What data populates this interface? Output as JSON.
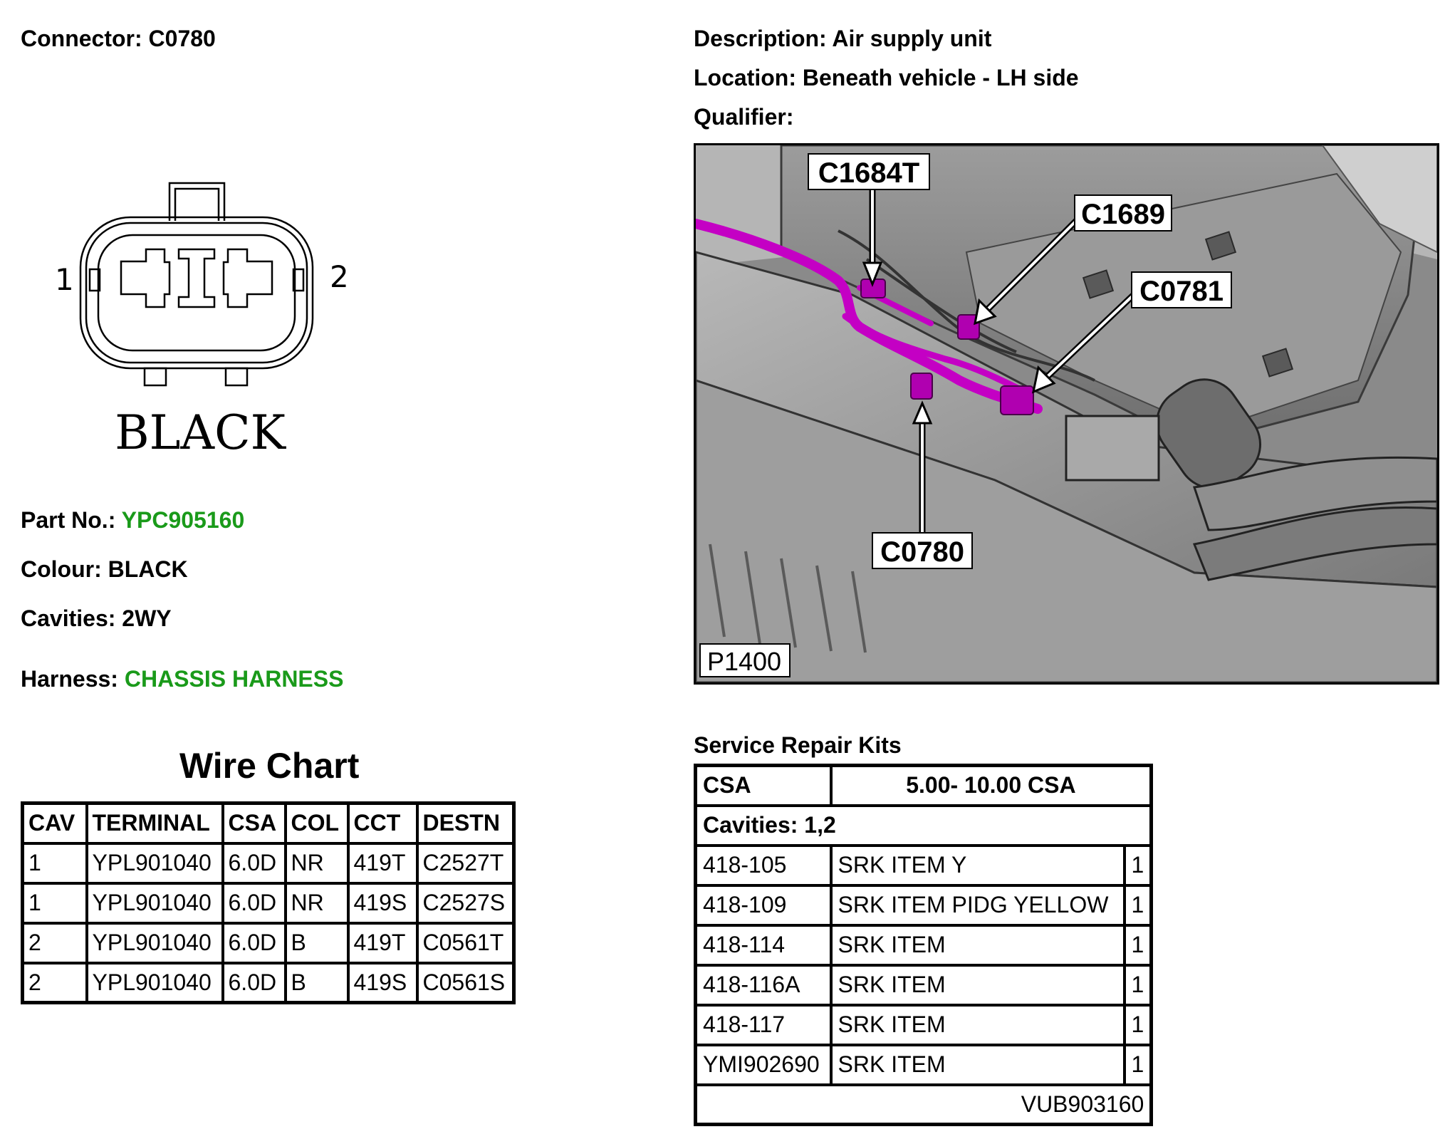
{
  "connector": {
    "label": "Connector:",
    "value": "C0780"
  },
  "description": {
    "label": "Description:",
    "value": "Air supply unit"
  },
  "location": {
    "label": "Location:",
    "value": "Beneath vehicle - LH side"
  },
  "qualifier": {
    "label": "Qualifier:",
    "value": ""
  },
  "diagram": {
    "pin_left": "1",
    "pin_right": "2",
    "colour_text": "BLACK"
  },
  "part_no": {
    "label": "Part No.:",
    "value": "YPC905160",
    "color": "#1a9a1a"
  },
  "colour": {
    "label": "Colour:",
    "value": "BLACK"
  },
  "cavities": {
    "label": "Cavities:",
    "value": "2WY"
  },
  "harness": {
    "label": "Harness:",
    "value": "CHASSIS HARNESS",
    "color": "#1a9a1a"
  },
  "wire_chart": {
    "title": "Wire Chart",
    "headers": [
      "CAV",
      "TERMINAL",
      "CSA",
      "COL",
      "CCT",
      "DESTN"
    ],
    "rows": [
      [
        "1",
        "YPL901040",
        "6.0D",
        "NR",
        "419T",
        "C2527T"
      ],
      [
        "1",
        "YPL901040",
        "6.0D",
        "NR",
        "419S",
        "C2527S"
      ],
      [
        "2",
        "YPL901040",
        "6.0D",
        "B",
        "419T",
        "C0561T"
      ],
      [
        "2",
        "YPL901040",
        "6.0D",
        "B",
        "419S",
        "C0561S"
      ]
    ]
  },
  "photo": {
    "labels": {
      "c1684t": "C1684T",
      "c1689": "C1689",
      "c0781": "C0781",
      "c0780": "C0780",
      "ref": "P1400"
    },
    "harness_color": "#c400c4"
  },
  "service_kits": {
    "title": "Service Repair Kits",
    "csa_label": "CSA",
    "csa_value": "5.00- 10.00 CSA",
    "cavities": "Cavities: 1,2",
    "items": [
      [
        "418-105",
        "SRK ITEM Y",
        "1"
      ],
      [
        "418-109",
        "SRK ITEM PIDG YELLOW",
        "1"
      ],
      [
        "418-114",
        "SRK ITEM",
        "1"
      ],
      [
        "418-116A",
        "SRK ITEM",
        "1"
      ],
      [
        "418-117",
        "SRK ITEM",
        "1"
      ],
      [
        "YMI902690",
        "SRK ITEM",
        "1"
      ]
    ],
    "footer": "VUB903160"
  }
}
